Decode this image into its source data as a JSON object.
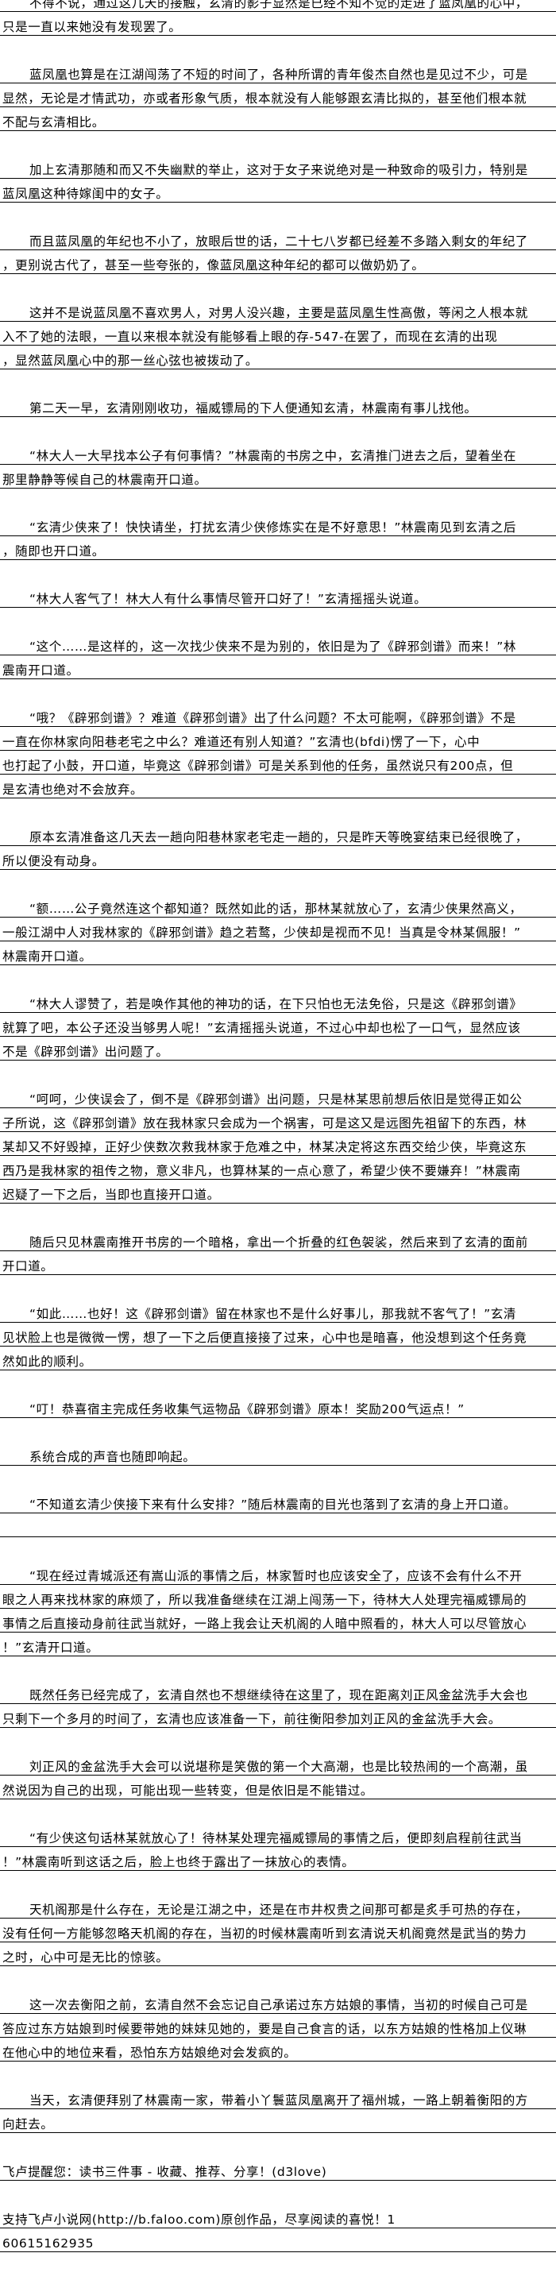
{
  "document": {
    "paragraphs": [
      {
        "indent": true,
        "lines": [
          "不得不说，通过这几天的接触，玄清的影子显然是已经不知不觉的走进了蓝凤凰的心中，",
          "只是一直以来她没有发现罢了。"
        ]
      },
      {
        "indent": true,
        "lines": [
          "蓝凤凰也算是在江湖闯荡了不短的时间了，各种所谓的青年俊杰自然也是见过不少，可是",
          "显然，无论是才情武功，亦或者形象气质，根本就没有人能够跟玄清比拟的，甚至他们根本就",
          "不配与玄清相比。"
        ]
      },
      {
        "indent": true,
        "lines": [
          "加上玄清那随和而又不失幽默的举止，这对于女子来说绝对是一种致命的吸引力，特别是",
          "蓝凤凰这种待嫁闺中的女子。"
        ]
      },
      {
        "indent": true,
        "lines": [
          "而且蓝凤凰的年纪也不小了，放眼后世的话，二十七八岁都已经差不多踏入剩女的年纪了",
          "，更别说古代了，甚至一些夸张的，像蓝凤凰这种年纪的都可以做奶奶了。"
        ]
      },
      {
        "indent": true,
        "lines": [
          "这并不是说蓝凤凰不喜欢男人，对男人没兴趣，主要是蓝凤凰生性高傲，等闲之人根本就",
          "入不了她的法眼，一直以来根本就没有能够看上眼的存-547-在罢了，而现在玄清的出现",
          "，显然蓝凤凰心中的那一丝心弦也被拨动了。"
        ]
      },
      {
        "indent": true,
        "lines": [
          "第二天一早，玄清刚刚收功，福威镖局的下人便通知玄清，林震南有事儿找他。"
        ]
      },
      {
        "indent": true,
        "lines": [
          "“林大人一大早找本公子有何事情？”林震南的书房之中，玄清推门进去之后，望着坐在",
          "那里静静等候自己的林震南开口道。"
        ]
      },
      {
        "indent": true,
        "lines": [
          "“玄清少侠来了！快快请坐，打扰玄清少侠修炼实在是不好意思！”林震南见到玄清之后",
          "，随即也开口道。"
        ]
      },
      {
        "indent": true,
        "lines": [
          "“林大人客气了！林大人有什么事情尽管开口好了！”玄清摇摇头说道。"
        ]
      },
      {
        "indent": true,
        "lines": [
          "“这个……是这样的，这一次找少侠来不是为别的，依旧是为了《辟邪剑谱》而来！”林",
          "震南开口道。"
        ]
      },
      {
        "indent": true,
        "lines": [
          "“哦？《辟邪剑谱》？难道《辟邪剑谱》出了什么问题？不太可能啊，《辟邪剑谱》不是",
          "一直在你林家向阳巷老宅之中么？难道还有别人知道？”玄清也(bfdi)愣了一下，心中",
          "也打起了小鼓，开口道，毕竟这《辟邪剑谱》可是关系到他的任务，虽然说只有200点，但",
          "是玄清也绝对不会放弃。"
        ]
      },
      {
        "indent": true,
        "lines": [
          "原本玄清准备这几天去一趟向阳巷林家老宅走一趟的，只是昨天等晚宴结束已经很晚了，",
          "所以便没有动身。"
        ]
      },
      {
        "indent": true,
        "lines": [
          "“额……公子竟然连这个都知道？既然如此的话，那林某就放心了，玄清少侠果然高义，",
          "一般江湖中人对我林家的《辟邪剑谱》趋之若鹜，少侠却是视而不见！当真是令林某佩服！”",
          "林震南开口道。"
        ]
      },
      {
        "indent": true,
        "lines": [
          "“林大人谬赞了，若是唤作其他的神功的话，在下只怕也无法免俗，只是这《辟邪剑谱》",
          "就算了吧，本公子还没当够男人呢！”玄清摇摇头说道，不过心中却也松了一口气，显然应该",
          "不是《辟邪剑谱》出问题了。"
        ]
      },
      {
        "indent": true,
        "lines": [
          "“呵呵，少侠误会了，倒不是《辟邪剑谱》出问题，只是林某思前想后依旧是觉得正如公",
          "子所说，这《辟邪剑谱》放在我林家只会成为一个祸害，可是这又是远图先祖留下的东西，林",
          "某却又不好毁掉，正好少侠数次救我林家于危难之中，林某决定将这东西交给少侠，毕竟这东",
          "西乃是我林家的祖传之物，意义非凡，也算林某的一点心意了，希望少侠不要嫌弃！”林震南",
          "迟疑了一下之后，当即也直接开口道。"
        ]
      },
      {
        "indent": true,
        "lines": [
          "随后只见林震南推开书房的一个暗格，拿出一个折叠的红色袈裟，然后来到了玄清的面前",
          "开口道。"
        ]
      },
      {
        "indent": true,
        "lines": [
          "“如此……也好！这《辟邪剑谱》留在林家也不是什么好事儿，那我就不客气了！”玄清",
          "见状脸上也是微微一愣，想了一下之后便直接接了过来，心中也是暗喜，他没想到这个任务竟",
          "然如此的顺利。"
        ]
      },
      {
        "indent": true,
        "lines": [
          "“叮！恭喜宿主完成任务收集气运物品《辟邪剑谱》原本！奖励200气运点！”"
        ]
      },
      {
        "indent": true,
        "lines": [
          "系统合成的声音也随即响起。"
        ]
      },
      {
        "indent": true,
        "lines": [
          "“不知道玄清少侠接下来有什么安排？”随后林震南的目光也落到了玄清的身上开口道。",
          ""
        ]
      },
      {
        "indent": true,
        "lines": [
          "“现在经过青城派还有嵩山派的事情之后，林家暂时也应该安全了，应该不会有什么不开",
          "眼之人再来找林家的麻烦了，所以我准备继续在江湖上闯荡一下，待林大人处理完福威镖局的",
          "事情之后直接动身前往武当就好，一路上我会让天机阁的人暗中照看的，林大人可以尽管放心",
          "！”玄清开口道。"
        ]
      },
      {
        "indent": true,
        "lines": [
          "既然任务已经完成了，玄清自然也不想继续待在这里了，现在距离刘正风金盆洗手大会也",
          "只剩下一个多月的时间了，玄清也应该准备一下，前往衡阳参加刘正风的金盆洗手大会。"
        ]
      },
      {
        "indent": true,
        "lines": [
          "刘正风的金盆洗手大会可以说堪称是笑傲的第一个大高潮，也是比较热闹的一个高潮，虽",
          "然说因为自己的出现，可能出现一些转变，但是依旧是不能错过。"
        ]
      },
      {
        "indent": true,
        "lines": [
          "“有少侠这句话林某就放心了！待林某处理完福威镖局的事情之后，便即刻启程前往武当",
          "！”林震南听到这话之后，脸上也终于露出了一抹放心的表情。"
        ]
      },
      {
        "indent": true,
        "lines": [
          "天机阁那是什么存在，无论是江湖之中，还是在市井权贵之间那可都是炙手可热的存在，",
          "没有任何一方能够忽略天机阁的存在，当初的时候林震南听到玄清说天机阁竟然是武当的势力",
          "之时，心中可是无比的惊骇。"
        ]
      },
      {
        "indent": true,
        "lines": [
          "这一次去衡阳之前，玄清自然不会忘记自己承诺过东方姑娘的事情，当初的时候自己可是",
          "答应过东方姑娘到时候要带她的妹妹见她的，要是自己食言的话，以东方姑娘的性格加上仪琳",
          "在他心中的地位来看，恐怕东方姑娘绝对会发疯的。"
        ]
      },
      {
        "indent": true,
        "lines": [
          "当天，玄清便拜别了林震南一家，带着小丫鬟蓝凤凰离开了福州城，一路上朝着衡阳的方",
          "向赶去。"
        ]
      },
      {
        "indent": false,
        "lines": [
          "飞卢提醒您：读书三件事 - 收藏、推荐、分享！(d3love)"
        ]
      },
      {
        "indent": false,
        "lines": [
          "支持飞卢小说网(http://b.faloo.com)原创作品，尽享阅读的喜悦！1",
          "60615162935"
        ]
      }
    ]
  }
}
